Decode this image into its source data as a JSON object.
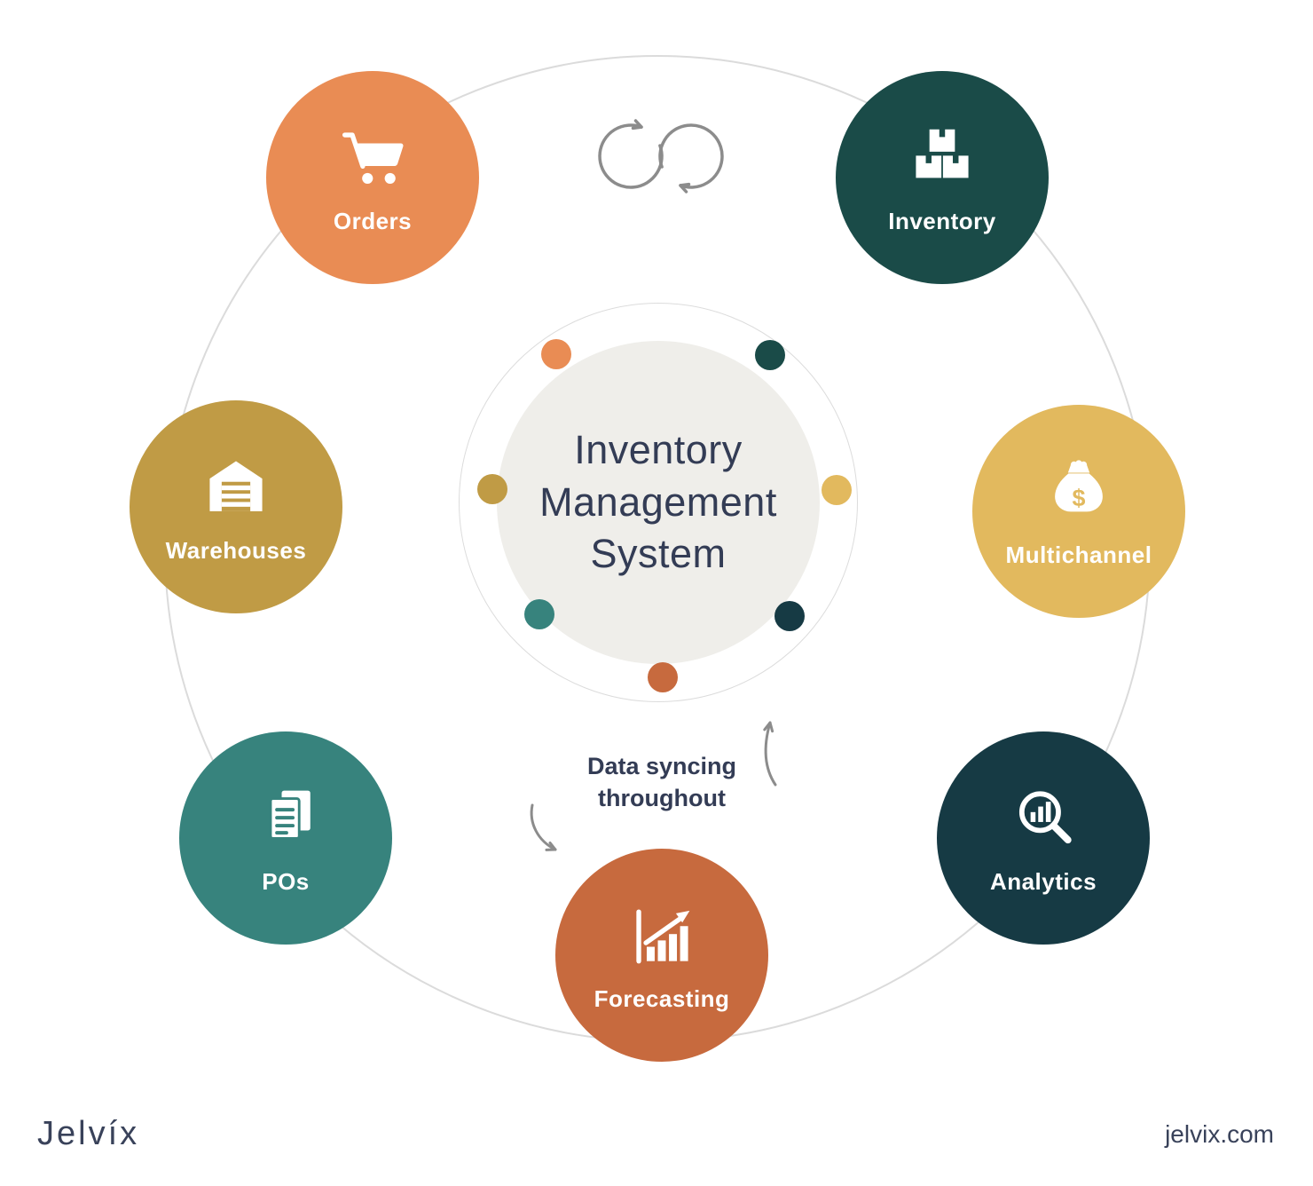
{
  "center": {
    "lines": [
      "Inventory",
      "Management",
      "System"
    ]
  },
  "sync_note": {
    "lines": [
      "Data syncing",
      "throughout"
    ]
  },
  "nodes": [
    {
      "id": "orders",
      "label": "Orders",
      "color": "#E98C54"
    },
    {
      "id": "inventory",
      "label": "Inventory",
      "color": "#1A4B48"
    },
    {
      "id": "multichannel",
      "label": "Multichannel",
      "color": "#E2B95E",
      "icon_glyph": "$"
    },
    {
      "id": "analytics",
      "label": "Analytics",
      "color": "#163A44"
    },
    {
      "id": "forecasting",
      "label": "Forecasting",
      "color": "#C76A3E"
    },
    {
      "id": "pos",
      "label": "POs",
      "color": "#37837D"
    },
    {
      "id": "warehouses",
      "label": "Warehouses",
      "color": "#C09B45"
    }
  ],
  "footer": {
    "logo": "Jelvíx",
    "website": "jelvix.com"
  },
  "palette": {
    "text": "#333C55",
    "arrow_gray": "#8C8C8C",
    "orbit_line": "#DBDBDB",
    "center_fill": "#EFEEEA"
  }
}
